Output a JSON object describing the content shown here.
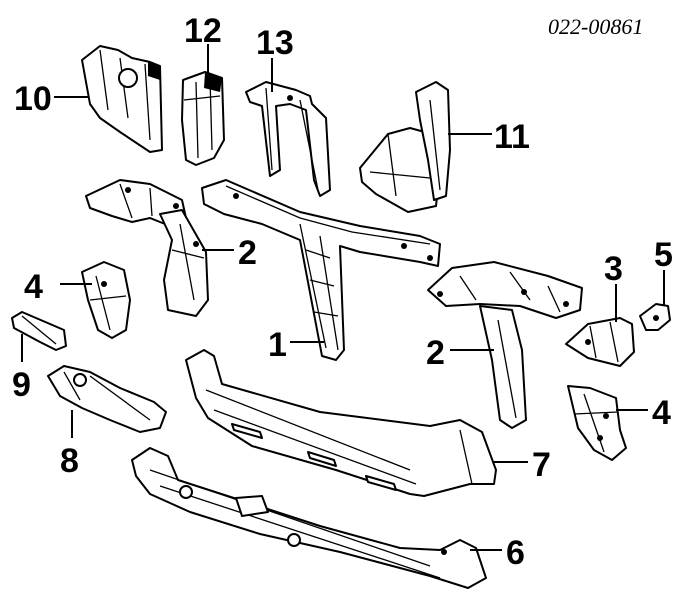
{
  "diagram": {
    "reference_code": "022-00861",
    "callouts": {
      "p1": "1",
      "p2a": "2",
      "p2b": "2",
      "p3": "3",
      "p4a": "4",
      "p4b": "4",
      "p5": "5",
      "p6": "6",
      "p7": "7",
      "p8": "8",
      "p9": "9",
      "p10": "10",
      "p11": "11",
      "p12": "12",
      "p13": "13"
    }
  }
}
